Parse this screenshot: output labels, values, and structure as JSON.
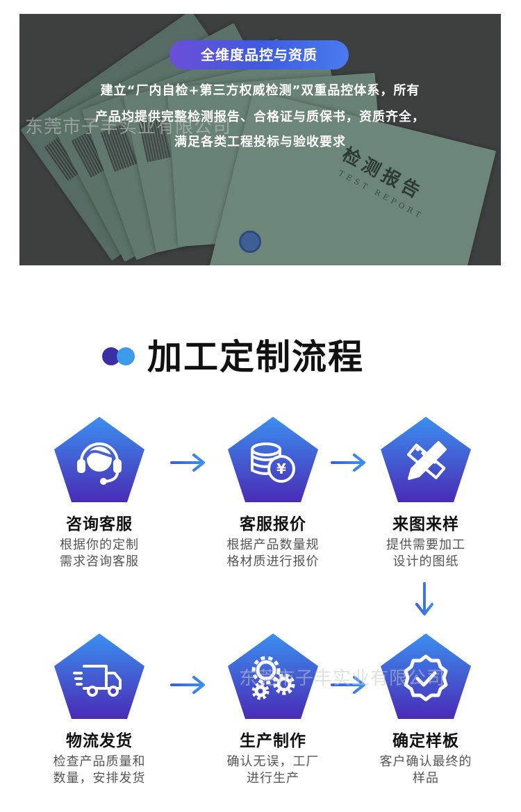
{
  "banner": {
    "pill": "全维度品控与资质",
    "lines": [
      "建立“厂内自检+第三方权威检测”双重品控体系，所有",
      "产品均提供完整检测报告、合格证与质保书，资质齐全，",
      "满足各类工程投标与验收要求"
    ],
    "report_title": "检测报告",
    "report_sub": "TEST REPORT",
    "watermark": "东莞市子丰实业有限公司"
  },
  "section": {
    "title": "加工定制流程"
  },
  "steps": [
    {
      "title": "咨询客服",
      "desc": [
        "根据你的定制",
        "需求咨询客服"
      ],
      "icon": "headset-icon"
    },
    {
      "title": "客服报价",
      "desc": [
        "根据产品数量规",
        "格材质进行报价"
      ],
      "icon": "coins-price-icon"
    },
    {
      "title": "来图来样",
      "desc": [
        "提供需要加工",
        "设计的图纸"
      ],
      "icon": "ruler-pencil-icon"
    },
    {
      "title": "物流发货",
      "desc": [
        "检查产品质量和",
        "数量，安排发货"
      ],
      "icon": "delivery-truck-icon"
    },
    {
      "title": "生产制作",
      "desc": [
        "确认无误，工厂",
        "进行生产"
      ],
      "icon": "gears-icon"
    },
    {
      "title": "确定样板",
      "desc": [
        "客户确认最终的",
        "样品"
      ],
      "icon": "check-badge-icon"
    }
  ],
  "watermark2": "东莞市子丰实业有限公司",
  "colors": {
    "accent_top": "#3d8ef0",
    "accent_bottom": "#4a2fb8"
  }
}
